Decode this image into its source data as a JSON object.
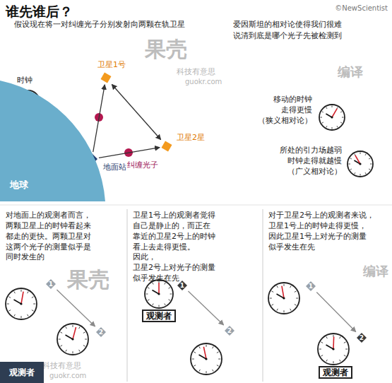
{
  "diagram": {
    "title": "谁先谁后？",
    "nodes": [
      {
        "text": [
          "时钟"
        ]
      },
      {
        "text": [
          "卫星1号"
        ]
      },
      {
        "text": [
          "卫星2星"
        ]
      },
      {
        "text": [
          "地面站"
        ]
      },
      {
        "text": [
          "地球"
        ]
      },
      {
        "text": [
          "移动的时钟 走得更慢 （狭义相对论）"
        ]
      },
      {
        "text": [
          "所处的引力场越弱 时钟走得就越慢 （广义相对论）"
        ]
      },
      {
        "text": [
          "1"
        ]
      },
      {
        "text": [
          "2"
        ]
      },
      {
        "text": [
          "观测者"
        ]
      },
      {
        "text": [
          "观测者"
        ]
      },
      {
        "text": [
          "1"
        ]
      },
      {
        "text": [
          "2"
        ]
      },
      {
        "text": [
          "1"
        ]
      },
      {
        "text": [
          "2"
        ]
      },
      {
        "text": [
          "观测者"
        ]
      }
    ],
    "edges": [
      {
        "from": 3,
        "to": 1,
        "arrow": "to"
      },
      {
        "from": 3,
        "to": 2,
        "arrow": "to"
      },
      {
        "from": 1,
        "to": 2,
        "arrow": "both"
      },
      {
        "from": 7,
        "to": 8,
        "arrow": "to"
      },
      {
        "from": 11,
        "to": 12,
        "arrow": "to"
      },
      {
        "from": 13,
        "to": 14,
        "arrow": "to"
      }
    ],
    "labels": [
      "©NewScientist",
      "假设现在将一对纠缠光子分别发射向两颗在轨卫星",
      "爱因斯坦的相对论使得我们很难 说清到底是哪个光子先被检测到",
      "纠缠光子",
      "对地面上的观测者而言， 两颗卫星上的时钟看起来 都走的更快。两颗卫星对 这两个光子的测量似乎是 同时发生的",
      "卫星1号上的观测者觉得 自己是静止的，而正在 靠近的卫星2号上的时钟 看上去走得更慢。因此， 卫星2号上对光子的测量 似乎发生在先",
      "对于卫星2号上的观测者来说， 卫星1号上的时钟走得更慢， 因此卫星1号上对光子的测量 似乎发生在先",
      "果壳",
      "科技有意思",
      "guokr.com",
      "编译",
      "果壳",
      "科技有意思",
      "guokr.com",
      "编译"
    ]
  }
}
